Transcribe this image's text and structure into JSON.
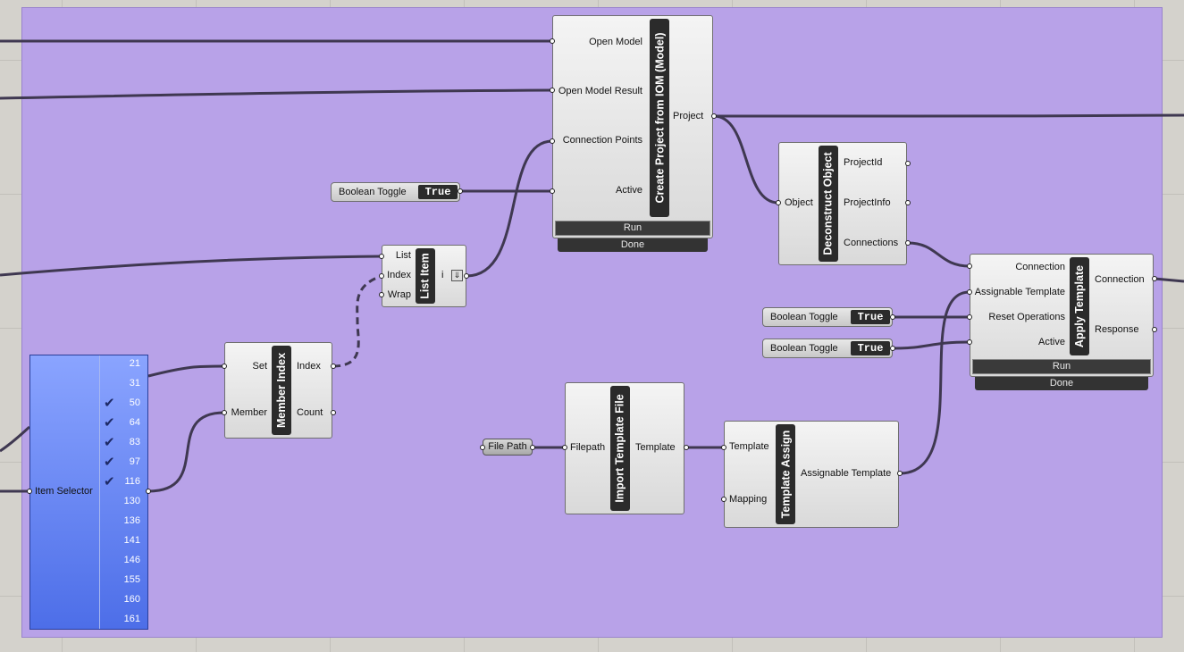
{
  "canvas": {
    "group_color": "#b8a2e8",
    "wire_color": "#3f3851"
  },
  "create_project": {
    "title": "Create Project from IOM (Model)",
    "inputs": [
      "Open Model",
      "Open Model Result",
      "Connection Points",
      "Active"
    ],
    "output": "Project",
    "run_label": "Run",
    "status": "Done"
  },
  "deconstruct": {
    "title": "Deconstruct Object",
    "input": "Object",
    "outputs": [
      "ProjectId",
      "ProjectInfo",
      "Connections"
    ]
  },
  "apply_template": {
    "title": "Apply Template",
    "inputs": [
      "Connection",
      "Assignable Template",
      "Reset Operations",
      "Active"
    ],
    "outputs": [
      "Connection",
      "Response"
    ],
    "run_label": "Run",
    "status": "Done"
  },
  "list_item": {
    "title": "List Item",
    "inputs": [
      "List",
      "Index",
      "Wrap"
    ],
    "output": "i",
    "icon": "arrow-down-icon"
  },
  "member_index": {
    "title": "Member Index",
    "inputs": [
      "Set",
      "Member"
    ],
    "outputs": [
      "Index",
      "Count"
    ]
  },
  "import_template": {
    "title": "Import Template File",
    "input": "Filepath",
    "output": "Template"
  },
  "template_assign": {
    "title": "Template Assign",
    "inputs": [
      "Template",
      "Mapping"
    ],
    "output": "Assignable Template"
  },
  "toggles": [
    {
      "label": "Boolean Toggle",
      "value": "True"
    },
    {
      "label": "Boolean Toggle",
      "value": "True"
    },
    {
      "label": "Boolean Toggle",
      "value": "True"
    }
  ],
  "file_path": {
    "label": "File Path"
  },
  "item_selector": {
    "label": "Item Selector",
    "items": [
      {
        "value": "21",
        "checked": false
      },
      {
        "value": "31",
        "checked": false
      },
      {
        "value": "50",
        "checked": true
      },
      {
        "value": "64",
        "checked": true
      },
      {
        "value": "83",
        "checked": true
      },
      {
        "value": "97",
        "checked": true
      },
      {
        "value": "116",
        "checked": true
      },
      {
        "value": "130",
        "checked": false
      },
      {
        "value": "136",
        "checked": false
      },
      {
        "value": "141",
        "checked": false
      },
      {
        "value": "146",
        "checked": false
      },
      {
        "value": "155",
        "checked": false
      },
      {
        "value": "160",
        "checked": false
      },
      {
        "value": "161",
        "checked": false
      }
    ]
  }
}
